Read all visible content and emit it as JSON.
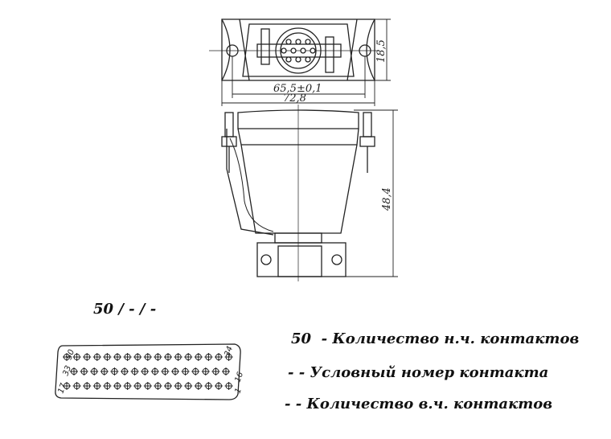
{
  "dimensions": {
    "hole_spacing": "65,5±0,1",
    "overall_width": "72,8",
    "height_top_view": "18,5",
    "height_side_view": "48,4"
  },
  "designation": "50 / - / -",
  "connector_face": {
    "rows": [
      17,
      16,
      17
    ],
    "pin_labels": [
      "50",
      "34",
      "33",
      "17",
      "16",
      "1"
    ]
  },
  "legend": [
    {
      "code": "50",
      "text": "- Количество н.ч. контактов"
    },
    {
      "code": "-",
      "text": "- Условный номер контакта"
    },
    {
      "code": "-",
      "text": "- Количество в.ч. контактов"
    }
  ]
}
